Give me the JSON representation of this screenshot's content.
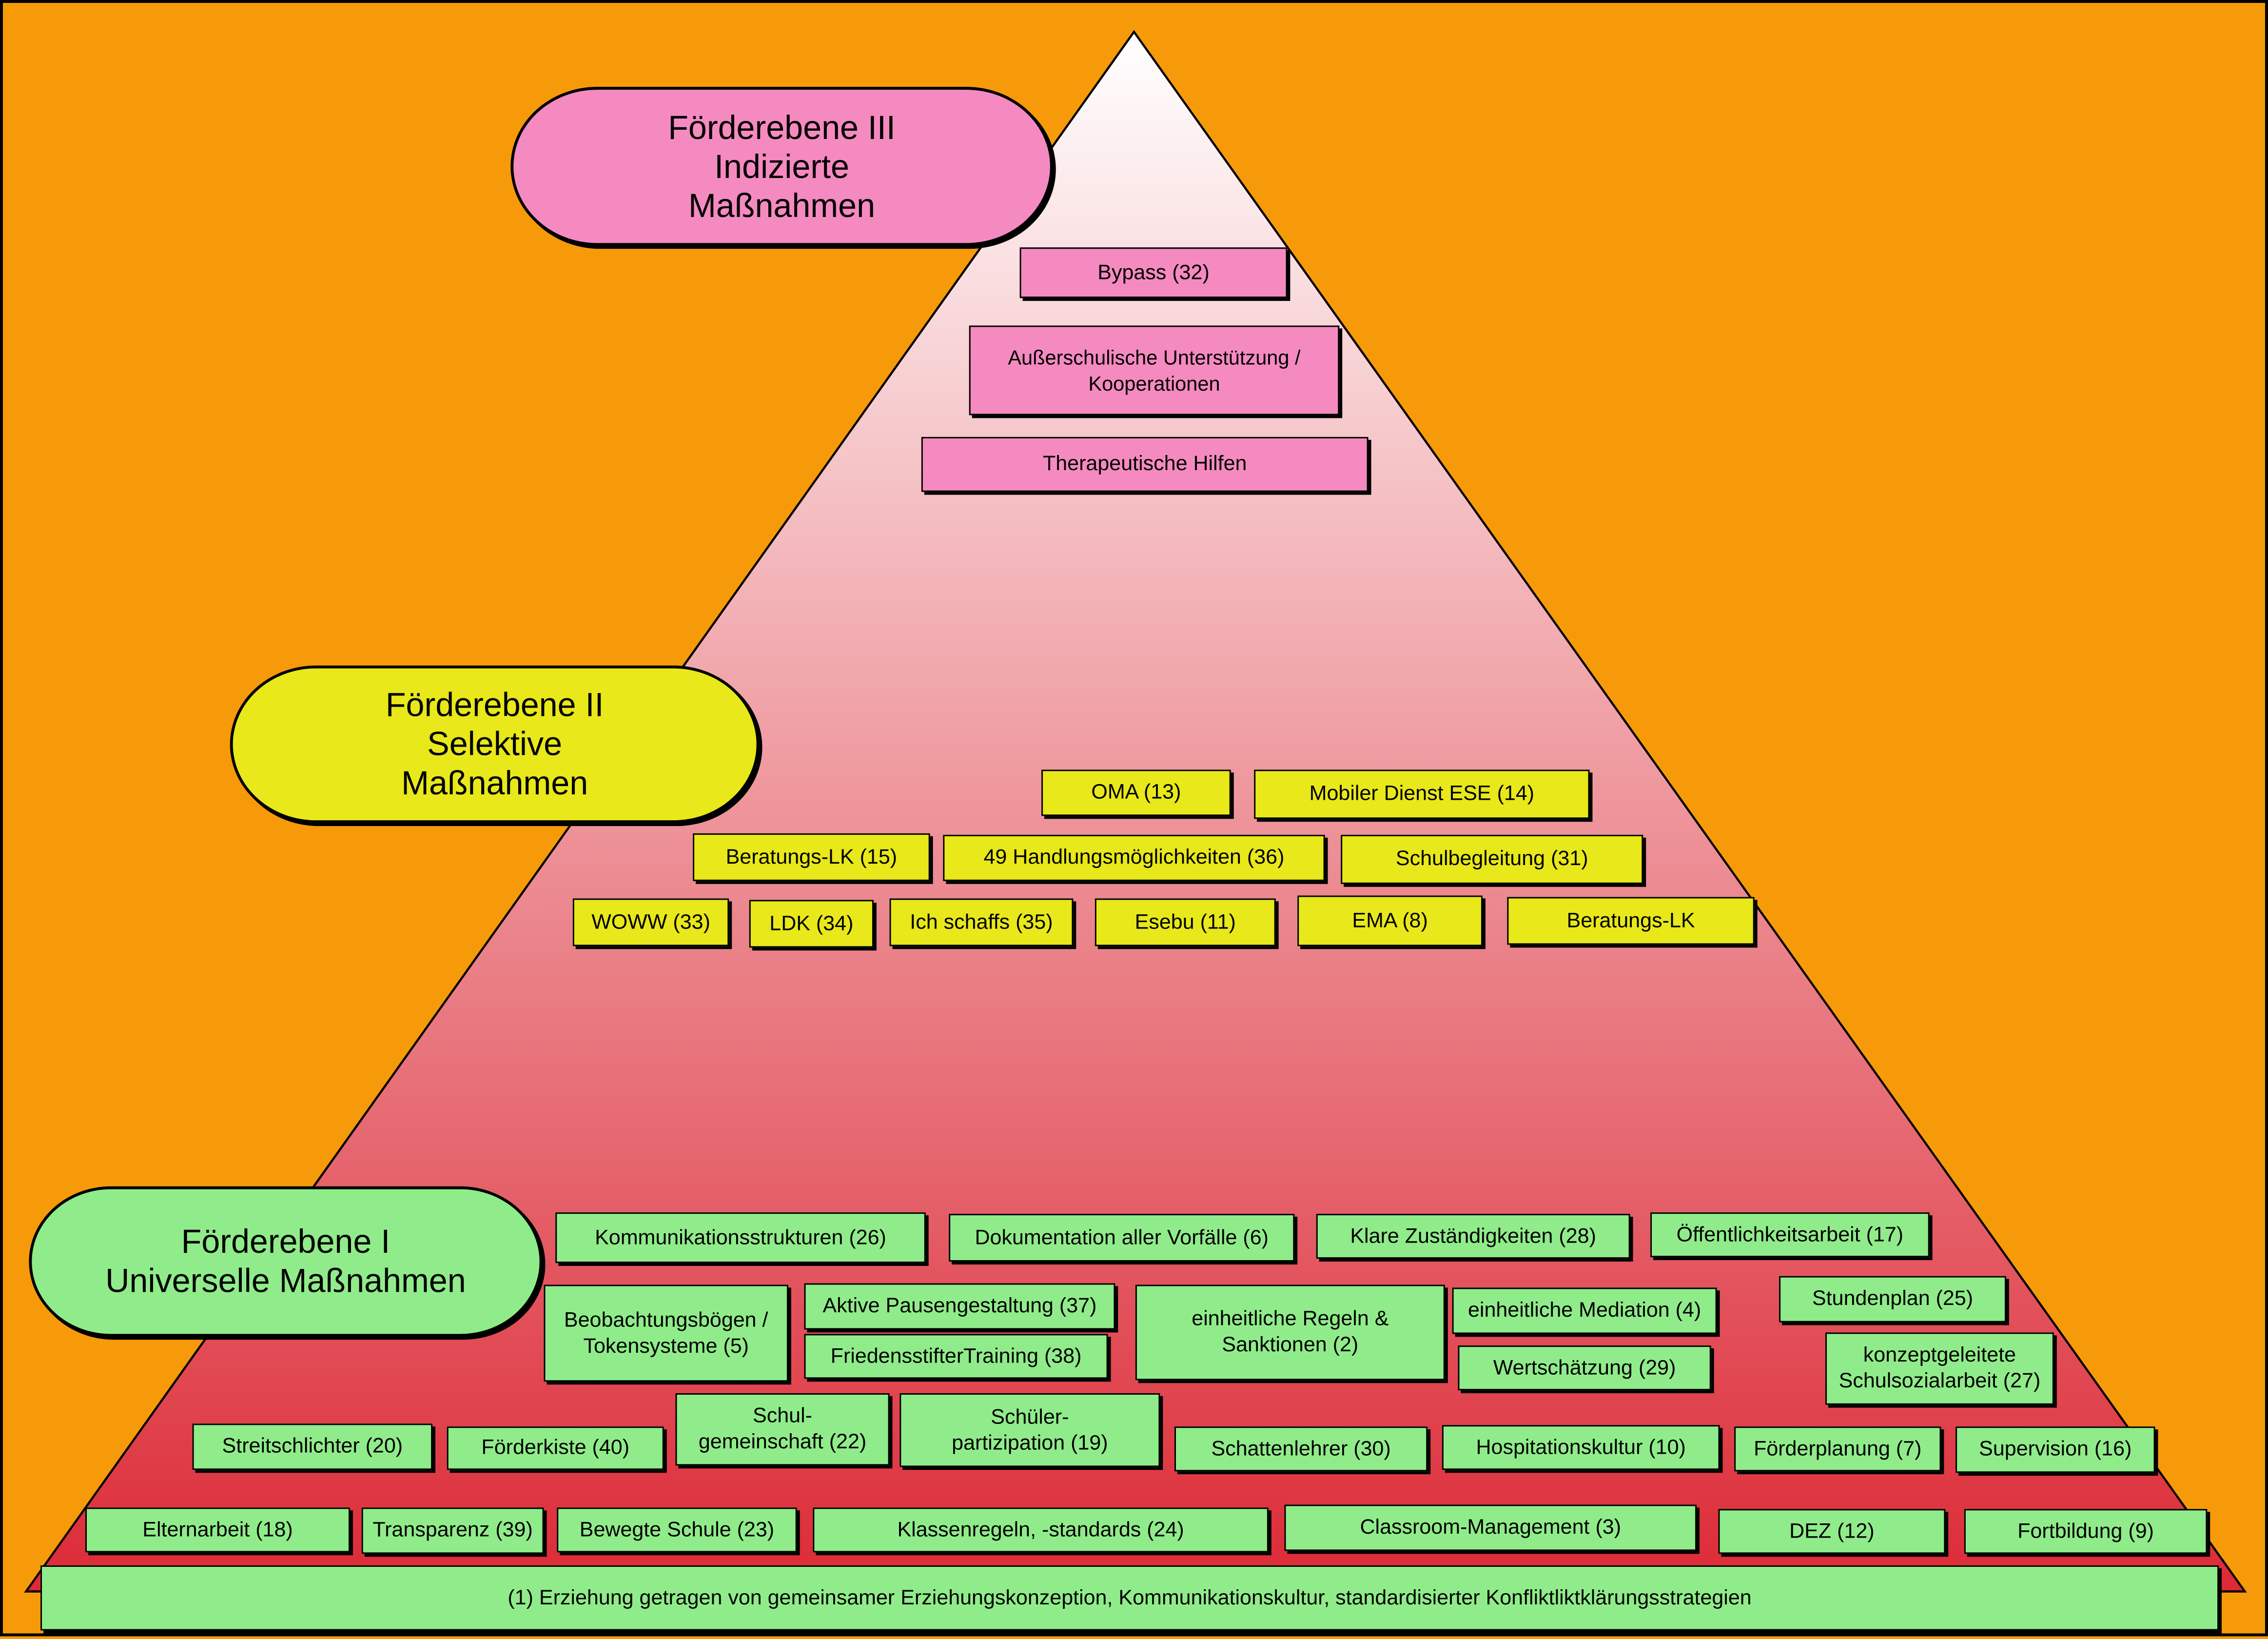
{
  "colors": {
    "background": "#f79a09",
    "pyramid_top": "#ffffff",
    "pyramid_bottom": "#dc2a36",
    "level3": "#f48ac0",
    "level2": "#e8e81a",
    "level1": "#90ec8a"
  },
  "levels": {
    "level3": {
      "title": "Förderebene III\nIndizierte\nMaßnahmen"
    },
    "level2": {
      "title": "Förderebene II\nSelektive\nMaßnahmen"
    },
    "level1": {
      "title": "Förderebene I\nUniverselle Maßnahmen"
    }
  },
  "level3_items": [
    "Bypass (32)",
    "Außerschulische Unterstützung /\nKooperationen",
    "Therapeutische Hilfen"
  ],
  "level2_items": [
    "OMA (13)",
    "Mobiler Dienst ESE (14)",
    "Beratungs-LK (15)",
    "49 Handlungsmöglichkeiten (36)",
    "Schulbegleitung (31)",
    "WOWW (33)",
    "LDK (34)",
    "Ich schaffs (35)",
    "Esebu (11)",
    "EMA (8)",
    "Beratungs-LK"
  ],
  "level1_items": [
    "Kommunikationsstrukturen (26)",
    "Dokumentation aller Vorfälle (6)",
    "Klare Zuständigkeiten (28)",
    "Öffentlichkeitsarbeit (17)",
    "Beobachtungsbögen /\nTokensysteme (5)",
    "Aktive Pausengestaltung (37)",
    "FriedensstifterTraining (38)",
    "einheitliche Regeln &\nSanktionen (2)",
    "einheitliche Mediation (4)",
    "Wertschätzung (29)",
    "Stundenplan (25)",
    "konzeptgeleitete\nSchulsozialarbeit (27)",
    "Streitschlichter (20)",
    "Förderkiste (40)",
    "Schul-\ngemeinschaft (22)",
    "Schüler-\npartizipation (19)",
    "Schattenlehrer (30)",
    "Hospitationskultur (10)",
    "Förderplanung (7)",
    "Supervision (16)",
    "Elternarbeit (18)",
    "Transparenz (39)",
    "Bewegte Schule (23)",
    "Klassenregeln, -standards (24)",
    "Classroom-Management (3)",
    "DEZ (12)",
    "Fortbildung (9)"
  ],
  "foundation": "(1) Erziehung getragen von gemeinsamer Erziehungskonzeption, Kommunikationskultur, standardisierter Konfliktliktklärungsstrategien"
}
